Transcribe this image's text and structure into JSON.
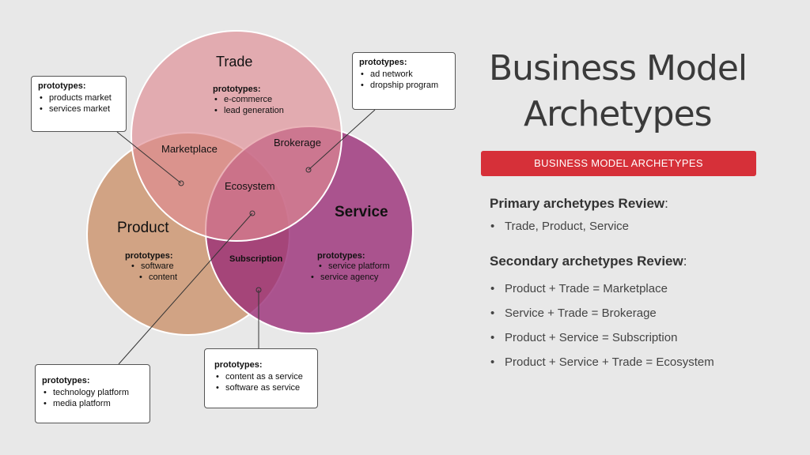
{
  "diagram": {
    "circles": {
      "trade": {
        "label": "Trade",
        "color": "#de8a92"
      },
      "product": {
        "label": "Product",
        "color": "#c98c63"
      },
      "service": {
        "label": "Service",
        "color": "#9a2d77"
      }
    },
    "intersections": {
      "marketplace": "Marketplace",
      "brokerage": "Brokerage",
      "ecosystem": "Ecosystem",
      "subscription": "Subscription"
    },
    "trade_prototypes": {
      "heading": "prototypes:",
      "items": [
        "e-commerce",
        "lead generation"
      ]
    },
    "product_prototypes": {
      "heading": "prototypes:",
      "items": [
        "software",
        "content"
      ]
    },
    "service_prototypes": {
      "heading": "prototypes:",
      "items": [
        "service platform",
        "service agency"
      ]
    },
    "callouts": {
      "marketplace": {
        "heading": "prototypes:",
        "items": [
          "products market",
          "services market"
        ]
      },
      "brokerage": {
        "heading": "prototypes:",
        "items": [
          "ad network",
          "dropship program"
        ]
      },
      "ecosystem": {
        "heading": "prototypes:",
        "items": [
          "technology platform",
          "media platform"
        ]
      },
      "subscription": {
        "heading": "prototypes:",
        "items": [
          "content as a service",
          "software as service"
        ]
      }
    }
  },
  "title_line1": "Business Model",
  "title_line2": "Archetypes",
  "banner": "BUSINESS MODEL ARCHETYPES",
  "primary": {
    "heading": "Primary archetypes Review",
    "colon": ":",
    "items": [
      "Trade,  Product,  Service"
    ]
  },
  "secondary": {
    "heading": "Secondary archetypes Review",
    "colon": ":",
    "items": [
      "Product + Trade = Marketplace",
      "Service + Trade = Brokerage",
      "Product + Service = Subscription",
      "Product + Service + Trade = Ecosystem"
    ]
  }
}
